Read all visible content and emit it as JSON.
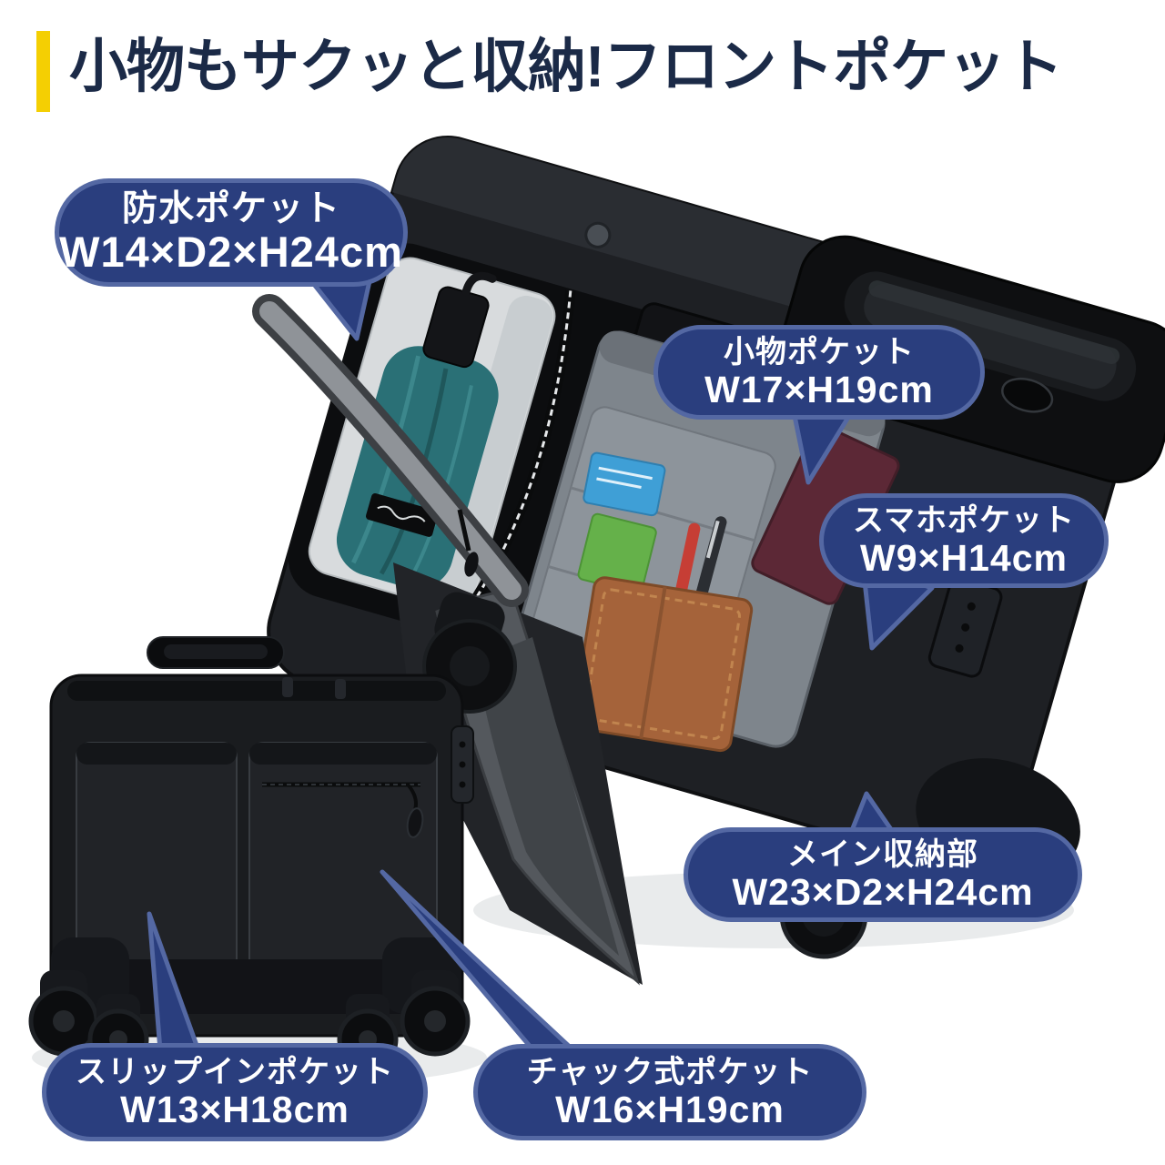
{
  "header": {
    "title": "小物もサクッと収納!フロントポケット",
    "accent_color": "#f4cf03",
    "title_color": "#1b2a47"
  },
  "callouts": [
    {
      "id": "waterproof-pocket",
      "label": "防水ポケット",
      "dims": "W14×D2×H24cm"
    },
    {
      "id": "small-item-pocket",
      "label": "小物ポケット",
      "dims": "W17×H19cm"
    },
    {
      "id": "smartphone-pocket",
      "label": "スマホポケット",
      "dims": "W9×H14cm"
    },
    {
      "id": "main-compartment",
      "label": "メイン収納部",
      "dims": "W23×D2×H24cm"
    },
    {
      "id": "slip-in-pocket",
      "label": "スリップインポケット",
      "dims": "W13×H18cm"
    },
    {
      "id": "zipper-pocket",
      "label": "チャック式ポケット",
      "dims": "W16×H19cm"
    }
  ],
  "style": {
    "bubble_fill": "#2a3e7e",
    "bubble_border": "#5468a3",
    "bubble_text": "#ffffff",
    "umbrella_color": "#2a7076",
    "leather_color": "#a5633a",
    "bag_color": "#1e2024"
  }
}
